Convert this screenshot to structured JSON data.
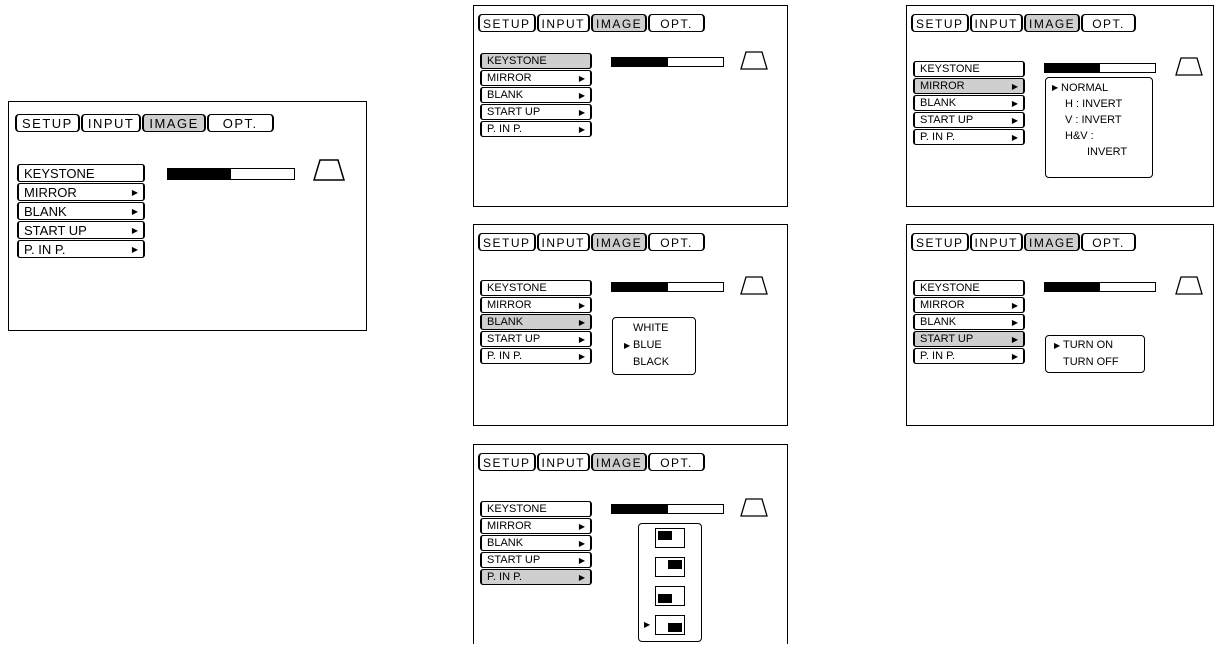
{
  "tabs": [
    "SETUP",
    "INPUT",
    "IMAGE",
    "OPT."
  ],
  "active_tab": "IMAGE",
  "menu": {
    "keystone": "KEYSTONE",
    "mirror": "MIRROR",
    "blank": "BLANK",
    "start_up": "START UP",
    "pinp": "P. IN P."
  },
  "keystone_level": 0.5,
  "icons": {
    "submenu_arrow": "right-triangle-icon",
    "keystone": "trapezoid-icon",
    "pinp_position": "pinp-window-icon"
  },
  "mirror_options": [
    "NORMAL",
    "H : INVERT",
    "V : INVERT",
    "H&V :",
    "INVERT"
  ],
  "mirror_selected": "NORMAL",
  "blank_options": [
    "WHITE",
    "BLUE",
    "BLACK"
  ],
  "blank_selected": "BLUE",
  "startup_options": [
    "TURN ON",
    "TURN OFF"
  ],
  "startup_selected": "TURN ON",
  "pinp_positions": [
    "top-left",
    "top-right",
    "bottom-left",
    "bottom-right"
  ],
  "pinp_selected": "bottom-right",
  "glyphs": {
    "arrow": "▶"
  },
  "colors": {
    "selected_bg": "#cfcfcf",
    "line": "#000000"
  }
}
